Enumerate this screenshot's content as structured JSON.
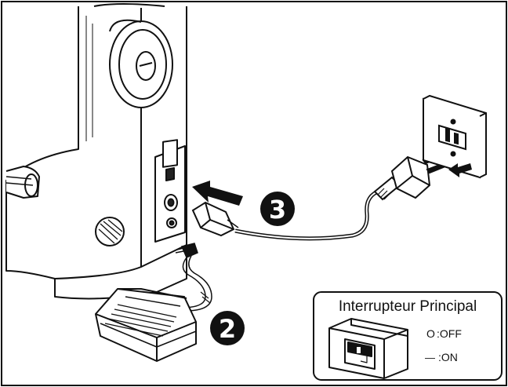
{
  "callouts": {
    "step_2": "2",
    "step_3": "3"
  },
  "switch_panel": {
    "title": "Interrupteur Principal",
    "off_symbol": "O",
    "off_label": ":OFF",
    "on_symbol": "—",
    "on_label": ":ON"
  },
  "outlet": {
    "arrow_icon": "arrow-left-icon"
  }
}
